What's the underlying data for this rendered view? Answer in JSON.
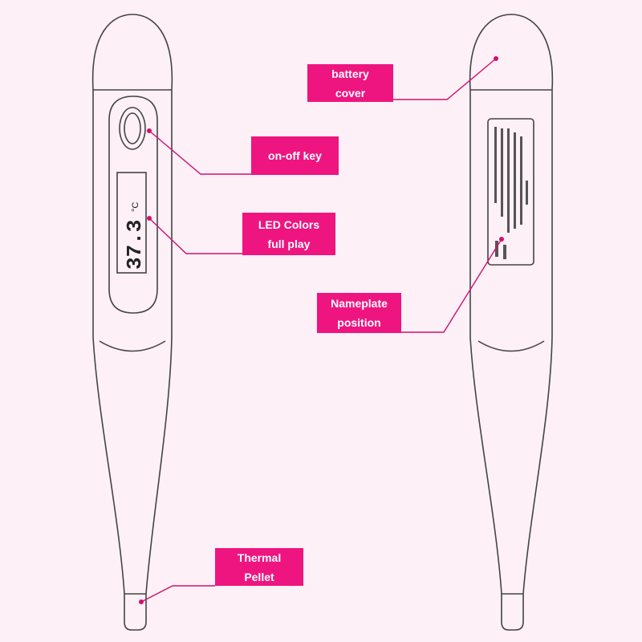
{
  "labels": {
    "battery_cover": [
      "battery",
      "cover"
    ],
    "on_off_key": [
      "on-off key"
    ],
    "led_colors": [
      "LED Colors",
      "full play"
    ],
    "nameplate": [
      "Nameplate",
      "position"
    ],
    "thermal_pellet": [
      "Thermal",
      "Pellet"
    ]
  },
  "display": {
    "reading": "37.3",
    "unit": "°C"
  },
  "colors": {
    "accent": "#ee1580",
    "outline": "#444444",
    "background": "#fdf0f6"
  }
}
